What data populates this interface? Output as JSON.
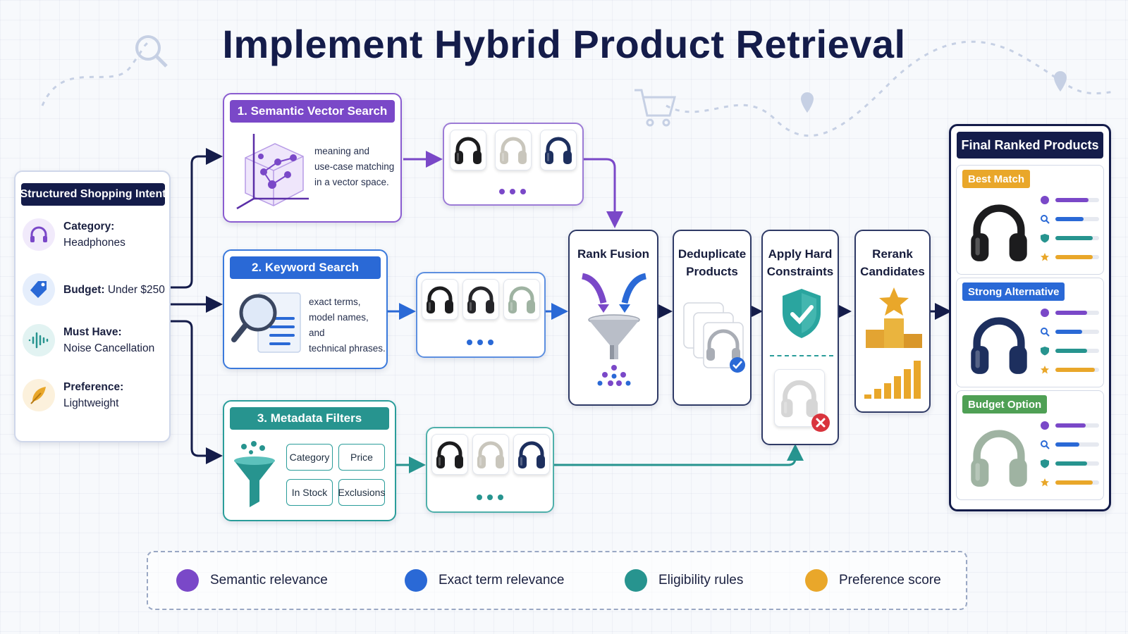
{
  "title": "Implement Hybrid Product Retrieval",
  "colors": {
    "navy": "#141c4a",
    "purple": "#7a48c8",
    "blue": "#2a69d6",
    "teal": "#27948f",
    "orange": "#e9a72a",
    "green_badge": "#4fa055",
    "red": "#d9343d"
  },
  "intent": {
    "title": "Structured Shopping Intent",
    "items": [
      {
        "icon": "headphones-icon",
        "label": "Category:",
        "value": "Headphones"
      },
      {
        "icon": "price-tag-icon",
        "label": "Budget:",
        "value": "Under $250"
      },
      {
        "icon": "sound-wave-icon",
        "label": "Must Have:",
        "value": "Noise Cancellation"
      },
      {
        "icon": "feather-icon",
        "label": "Preference:",
        "value": "Lightweight"
      }
    ]
  },
  "semantic": {
    "title": "1. Semantic Vector Search",
    "description": [
      "meaning and",
      "use-case matching",
      "in a vector space."
    ]
  },
  "keyword": {
    "title": "2. Keyword Search",
    "description": [
      "exact terms,",
      "model names, and",
      "technical phrases."
    ]
  },
  "metadata": {
    "title": "3. Metadata Filters",
    "tags": [
      "Category",
      "Price",
      "In Stock",
      "Exclusions"
    ]
  },
  "stages": {
    "rank_fusion": [
      "Rank Fusion"
    ],
    "dedupe": [
      "Deduplicate",
      "Products"
    ],
    "constraints": [
      "Apply Hard",
      "Constraints"
    ],
    "rerank": [
      "Rerank",
      "Candidates"
    ]
  },
  "final": {
    "title": "Final Ranked Products",
    "products": [
      {
        "badge": "Best Match",
        "badge_color": "#e9a72a",
        "headphone_color": "#1c1c1e",
        "scores": [
          0.75,
          0.65,
          0.85,
          0.85
        ]
      },
      {
        "badge": "Strong Alternative",
        "badge_color": "#2a69d6",
        "headphone_color": "#1d2f5e",
        "scores": [
          0.72,
          0.62,
          0.72,
          0.9
        ]
      },
      {
        "badge": "Budget Option",
        "badge_color": "#4fa055",
        "headphone_color": "#9fb3a2",
        "scores": [
          0.7,
          0.55,
          0.72,
          0.85
        ]
      }
    ]
  },
  "legend": [
    {
      "label": "Semantic relevance",
      "color": "#7a48c8"
    },
    {
      "label": "Exact term relevance",
      "color": "#2a69d6"
    },
    {
      "label": "Eligibility rules",
      "color": "#27948f"
    },
    {
      "label": "Preference score",
      "color": "#e9a72a"
    }
  ]
}
